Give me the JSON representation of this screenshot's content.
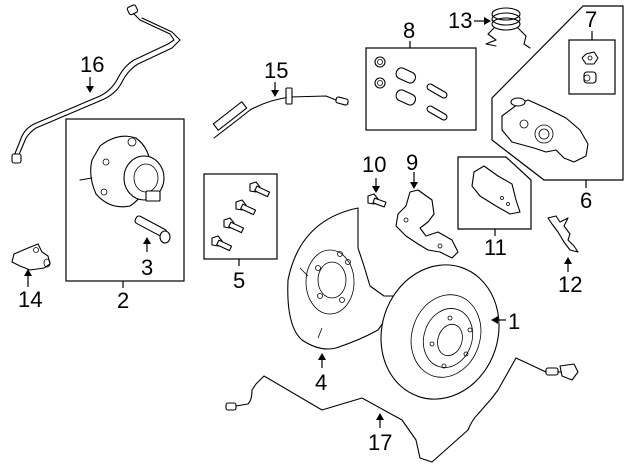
{
  "diagram": {
    "type": "exploded-parts-diagram",
    "subject": "Rear brake assembly",
    "callouts": [
      {
        "id": "1",
        "label": "1",
        "part": "brake-rotor"
      },
      {
        "id": "2",
        "label": "2",
        "part": "hub-and-bearing-assembly"
      },
      {
        "id": "3",
        "label": "3",
        "part": "wheel-stud"
      },
      {
        "id": "4",
        "label": "4",
        "part": "splash-shield"
      },
      {
        "id": "5",
        "label": "5",
        "part": "bolt-kit"
      },
      {
        "id": "6",
        "label": "6",
        "part": "caliper-assembly"
      },
      {
        "id": "7",
        "label": "7",
        "part": "caliper-bleeder-kit"
      },
      {
        "id": "8",
        "label": "8",
        "part": "caliper-hardware-kit"
      },
      {
        "id": "9",
        "label": "9",
        "part": "caliper-support-bracket"
      },
      {
        "id": "10",
        "label": "10",
        "part": "bracket-bolt"
      },
      {
        "id": "11",
        "label": "11",
        "part": "brake-pads"
      },
      {
        "id": "12",
        "label": "12",
        "part": "pad-clip"
      },
      {
        "id": "13",
        "label": "13",
        "part": "return-spring"
      },
      {
        "id": "14",
        "label": "14",
        "part": "abs-sensor"
      },
      {
        "id": "15",
        "label": "15",
        "part": "brake-hose"
      },
      {
        "id": "16",
        "label": "16",
        "part": "brake-line"
      },
      {
        "id": "17",
        "label": "17",
        "part": "abs-sensor-wire"
      }
    ]
  }
}
